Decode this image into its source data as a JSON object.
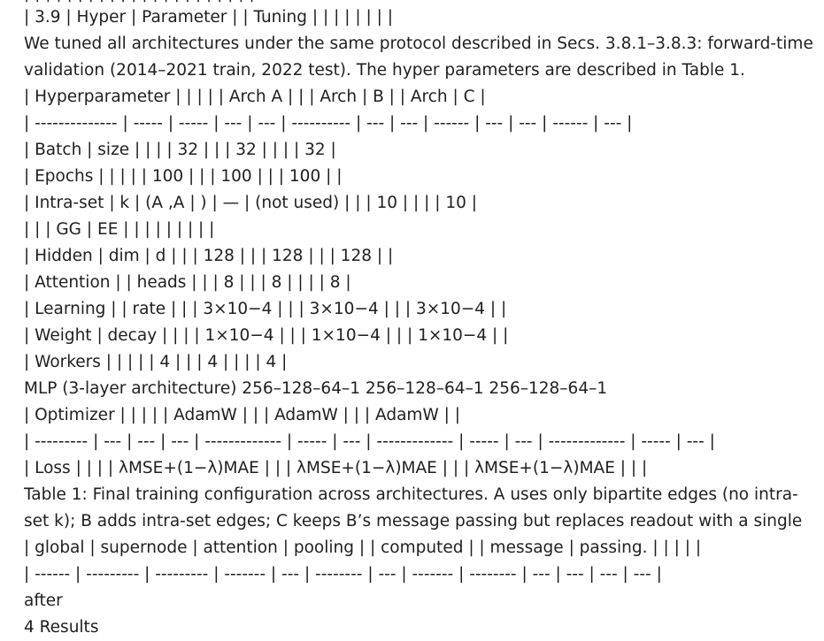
{
  "doc": {
    "partial_top_line": "| | | | | | | | | | | | | | | | | | | | | |",
    "lines": [
      "| 3.9 | Hyper | Parameter | | Tuning | | | | | | | |",
      "We tuned all architectures under the same protocol described in Secs. 3.8.1–3.8.3: forward-time",
      "validation (2014–2021 train, 2022 test). The hyper parameters are described in Table 1.",
      "| Hyperparameter | | | | | Arch A | | | Arch | B | | Arch | C |",
      "| -------------- | ----- | ----- | --- | --- | ---------- | --- | --- | ------ | --- | --- | ------ | --- |",
      "| Batch | size | | | | 32 | | | 32 | | | | 32 |",
      "| Epochs | | | | | 100 | | | 100 | | | 100 | |",
      "| Intra-set | k | (A ,A | ) | — | (not used) | | | 10 | | | | 10 |",
      "| | | GG | EE | | | | | | | | |",
      "| Hidden | dim | d | | | 128 | | | 128 | | | 128 | |",
      "| Attention | | heads | | | 8 | | | 8 | | | | 8 |",
      "| Learning | | rate | | | 3×10−4 | | | 3×10−4 | | | 3×10−4 | |",
      "| Weight | decay | | | | 1×10−4 | | | 1×10−4 | | | 1×10−4 | |",
      "| Workers | | | | | 4 | | | 4 | | | | 4 |",
      "MLP (3-layer architecture) 256–128–64–1 256–128–64–1 256–128–64–1",
      "| Optimizer | | | | | AdamW | | | AdamW | | | AdamW | |",
      "| --------- | --- | --- | --- | ------------- | ----- | --- | ------------- | ----- | --- | ------------- | ----- | --- |",
      "| Loss | | | | λMSE+(1−λ)MAE | | | λMSE+(1−λ)MAE | | | λMSE+(1−λ)MAE | | |",
      "Table 1: Final training configuration across architectures. A uses only bipartite edges (no intra-",
      "set k); B adds intra-set edges; C keeps B’s message passing but replaces readout with a single",
      "| global | supernode | attention | pooling | | computed | | message | passing. | | | | |",
      "| ------ | --------- | --------- | ------- | --- | -------- | --- | ------- | -------- | --- | --- | --- | --- |",
      "after",
      "4 Results"
    ]
  }
}
